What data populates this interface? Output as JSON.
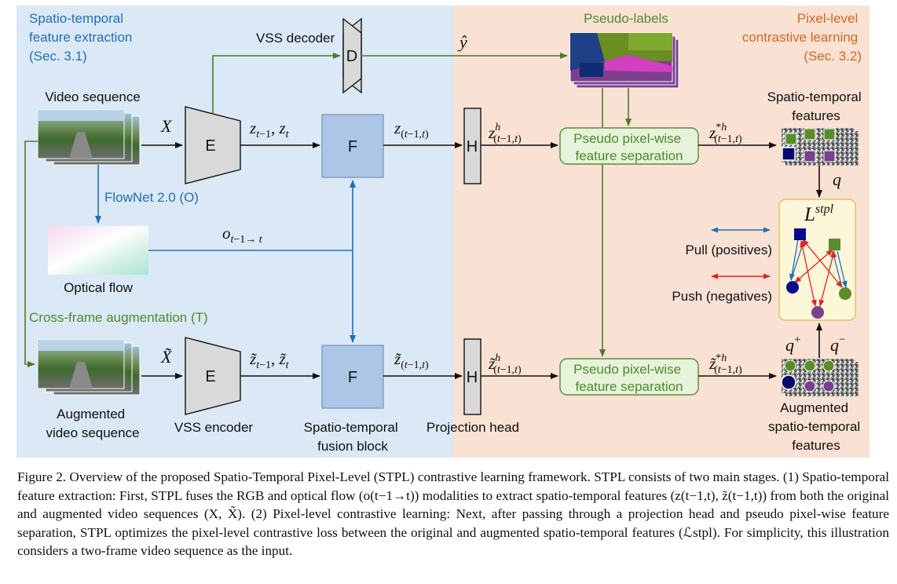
{
  "left_panel": {
    "title_lines": [
      "Spatio-temporal",
      "feature extraction",
      "(Sec. 3.1)"
    ]
  },
  "right_panel": {
    "title_lines": [
      "Pixel-level",
      "contrastive learning",
      "(Sec. 3.2)"
    ]
  },
  "labels": {
    "vss_decoder": "VSS decoder",
    "video_sequence": "Video sequence",
    "flownet": "FlowNet 2.0 (O)",
    "optical_flow": "Optical flow",
    "cross_frame_aug": "Cross-frame augmentation (T)",
    "augmented_video_lines": [
      "Augmented",
      "video sequence"
    ],
    "vss_encoder": "VSS encoder",
    "fusion_block_lines": [
      "Spatio-temporal",
      "fusion block"
    ],
    "projection_head": "Projection head",
    "pseudo_labels": "Pseudo-labels",
    "st_features_lines": [
      "Spatio-temporal",
      "features"
    ],
    "aug_st_features_lines": [
      "Augmented",
      "spatio-temporal",
      "features"
    ],
    "pull": "Pull (positives)",
    "push": "Push (negatives)"
  },
  "blocks": {
    "decoder": "D",
    "encoder": "E",
    "fusion": "F",
    "head": "H",
    "separation_lines": [
      "Pseudo pixel-wise",
      "feature separation"
    ]
  },
  "math": {
    "y_hat": "ŷ",
    "X": "X",
    "X_tilde": "X̃",
    "z_pair": "z",
    "o_flow": "o",
    "q": "q",
    "L": "L",
    "L_sup": "stpl",
    "q_plus": "q",
    "q_minus": "q"
  },
  "caption": "Figure 2. Overview of the proposed Spatio-Temporal Pixel-Level (STPL) contrastive learning framework. STPL consists of two main stages. (1) Spatio-temporal feature extraction: First, STPL fuses the RGB and optical flow (o(t−1→t)) modalities to extract spatio-temporal features (z(t−1,t), z̃(t−1,t)) from both the original and augmented video sequences (X, X̃). (2) Pixel-level contrastive learning: Next, after passing through a projection head and pseudo pixel-wise feature separation, STPL optimizes the pixel-level contrastive loss between the original and augmented spatio-temporal features (ℒstpl). For simplicity, this illustration considers a two-frame video sequence as the input.",
  "colors": {
    "left_bg": "#dbe8f5",
    "right_bg": "#f9e1d3",
    "fusion_fill": "#aec6e6",
    "separation_fill": "#e6f2d9",
    "separation_stroke": "#5b8c3a",
    "loss_fill": "#fdf6d8",
    "loss_stroke": "#e0c25a",
    "green_arrow": "#4e7a2c",
    "blue_arrow": "#1f70b8",
    "red_arrow": "#e8211d"
  }
}
